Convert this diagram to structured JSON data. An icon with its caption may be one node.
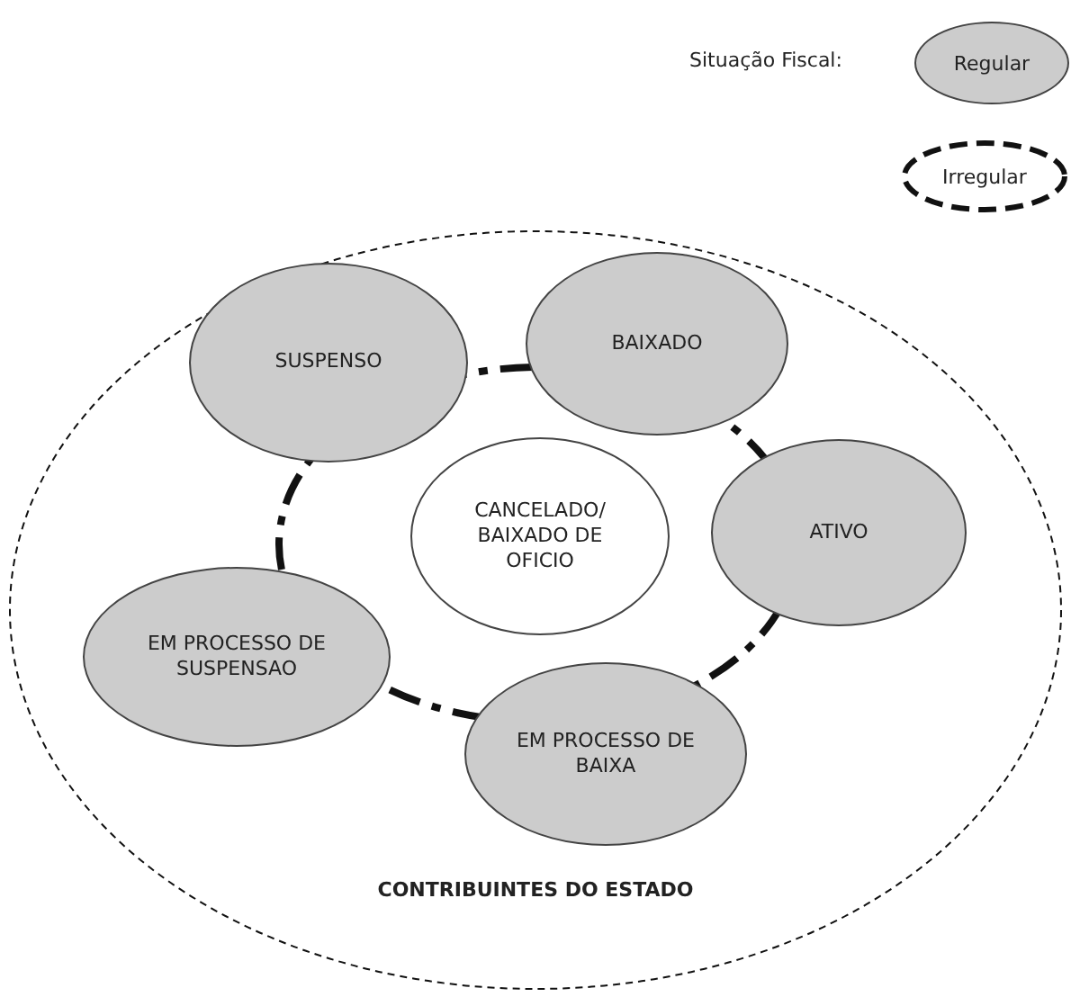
{
  "diagram": {
    "nodes": [
      {
        "text": [
          "CONTRIBUINTES DO ESTADO"
        ]
      },
      {
        "text": [],
        "shape": "circle",
        "in": 0
      },
      {
        "text": [
          "SUSPENSO"
        ],
        "in": 0
      },
      {
        "text": [
          "BAIXADO"
        ],
        "in": 0
      },
      {
        "text": [
          "CANCELADO/ BAIXADO DE OFICIO"
        ],
        "in": 1
      },
      {
        "text": [
          "ATIVO"
        ],
        "in": 0
      },
      {
        "text": [
          "EM PROCESSO DE SUSPENSAO"
        ],
        "in": 0
      },
      {
        "text": [
          "EM PROCESSO DE BAIXA"
        ],
        "in": 0
      }
    ],
    "labels": [
      "Situação Fiscal:"
    ],
    "legend": [
      {
        "text": "Regular",
        "color": "#cccccc"
      },
      {
        "text": "Irregular"
      }
    ]
  }
}
